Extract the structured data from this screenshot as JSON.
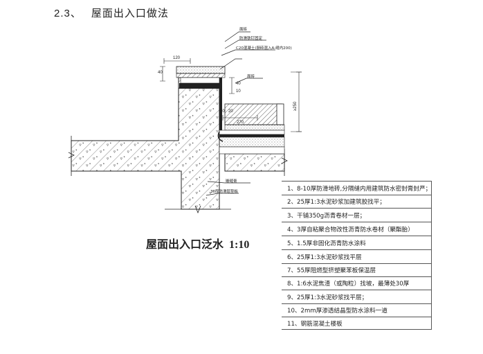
{
  "section": {
    "number": "2.3、",
    "title": "屋面出入口做法"
  },
  "caption": {
    "title": "屋面出入口泛水",
    "scale": "1:10"
  },
  "annotations": {
    "top_1": "面砖",
    "top_2": "防滑铁钉固定",
    "top_3": "C20混凝土(厨砖混入A-缝内200)",
    "right_1": "面砖",
    "bottom_1": "嵌缝膏",
    "bottom_2": "30厚防滑层垫板"
  },
  "dimensions": {
    "d120": "120",
    "d40a": "40",
    "d40b": "40",
    "d10": "10",
    "d270": "270",
    "d80": "80",
    "d20": "20",
    "d250": "≥250"
  },
  "spec_items": [
    "1、8-10厚防滑地砖,分隔缝内用建筑防水密封膏封严；",
    "2、25厚1:3水泥砂浆加建筑胶找平；",
    "3、干铺350g沥青卷材一层；",
    "4、3厚自粘聚合物改性沥青防水卷材（聚酯胎）",
    "5、1.5厚非固化沥青防水涂料",
    "6、25厚1:3水泥砂浆找平层",
    "7、55厚阻燃型挤塑聚苯板保温层",
    "8、1:6水泥焦渣（或陶粒）找坡，最薄处30厚",
    "9、25厚1:3水泥砂浆找平层；",
    "10、2mm厚渗透结晶型防水涂料一道",
    "11、钢筋混凝土楼板"
  ]
}
